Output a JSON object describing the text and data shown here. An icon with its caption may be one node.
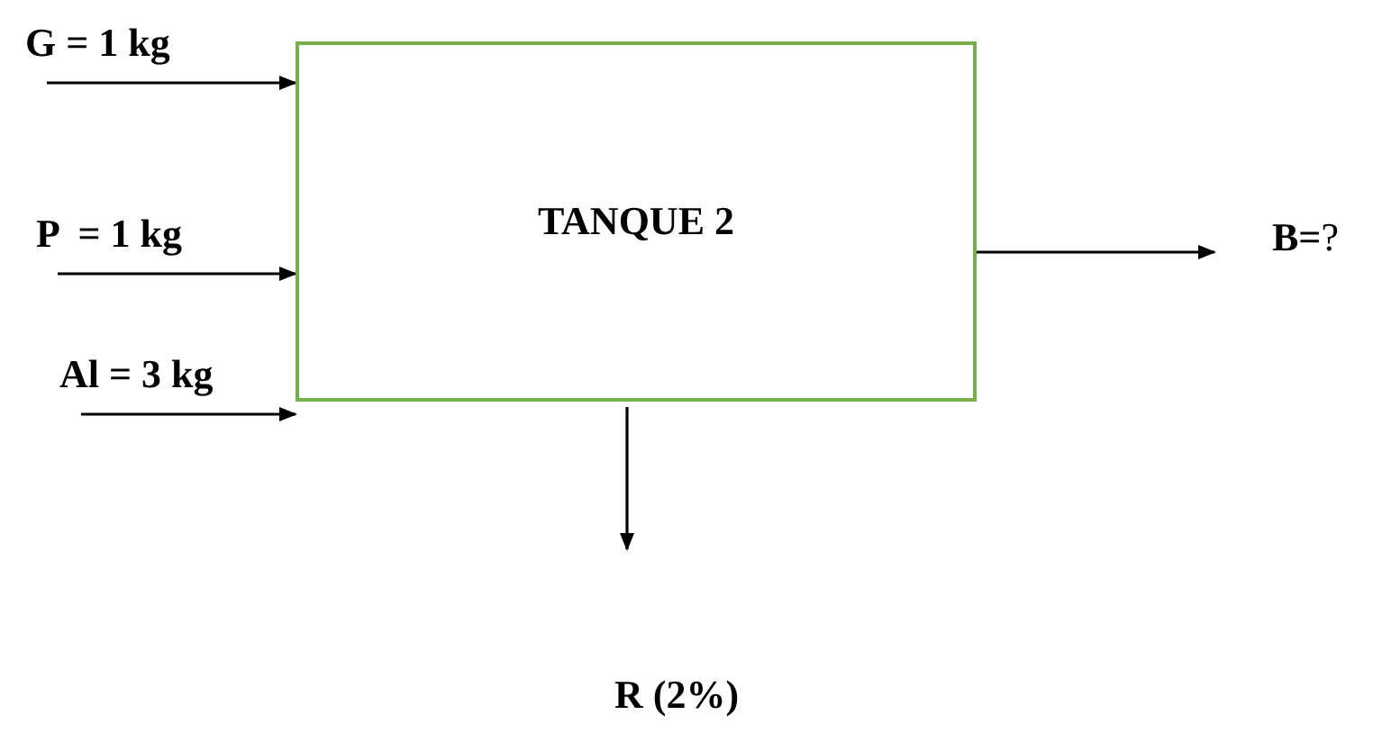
{
  "diagram": {
    "nodes": [
      {
        "text": [
          "TANQUE 2"
        ]
      },
      {
        "text": [
          "G = 1 kg"
        ]
      },
      {
        "text": [
          "P  = 1 kg"
        ]
      },
      {
        "text": [
          "Al = 3 kg"
        ]
      },
      {
        "text": [
          "**B=**?"
        ]
      },
      {
        "text": [
          "R (2%)"
        ]
      }
    ],
    "edges": [
      {
        "from": 1,
        "to": 0,
        "arrow": "to"
      },
      {
        "from": 2,
        "to": 0,
        "arrow": "to"
      },
      {
        "from": 3,
        "to": 0,
        "arrow": "to"
      },
      {
        "from": 0,
        "to": 4,
        "arrow": "to"
      },
      {
        "from": 0,
        "to": 5,
        "arrow": "to"
      }
    ]
  }
}
